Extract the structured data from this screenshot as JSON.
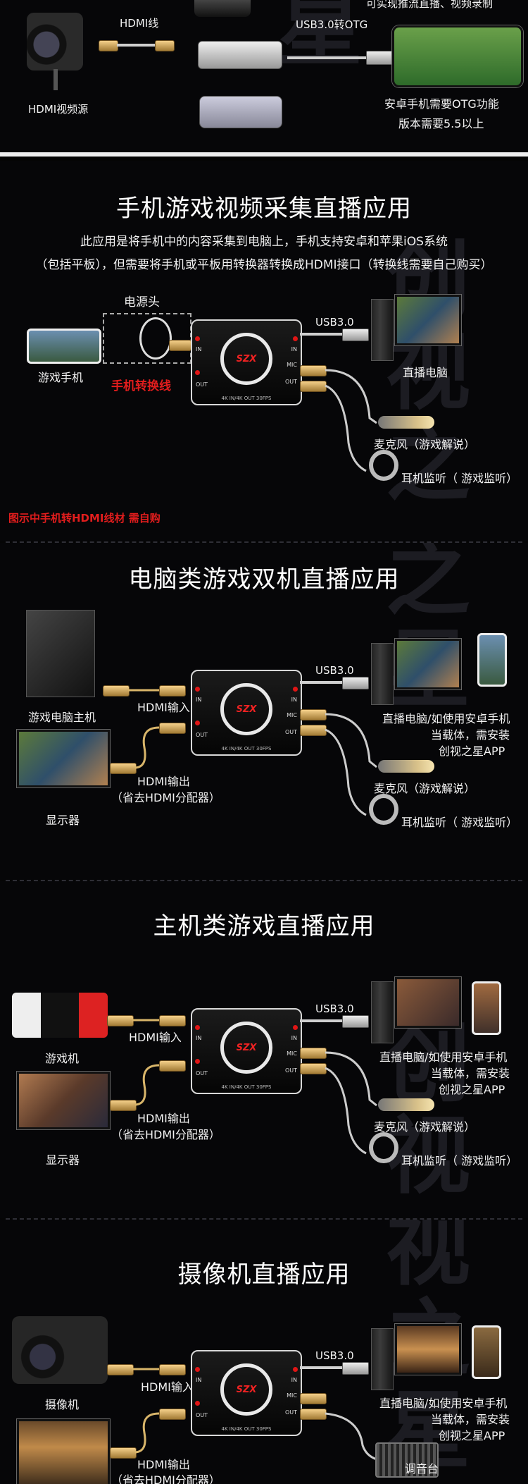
{
  "top": {
    "hdmi_cable": "HDMI线",
    "hdmi_source": "HDMI视频源",
    "usb_otg": "USB3.0转OTG",
    "live_text": "可实现推流直播、视频录制",
    "android_note1": "安卓手机需要OTG功能",
    "android_note2": "版本需要5.5以上"
  },
  "watermark": {
    "chars": "星\n创\n视\n之\n星\n创\n视\n之"
  },
  "s1": {
    "title": "手机游戏视频采集直播应用",
    "desc1": "此应用是将手机中的内容采集到电脑上，手机支持安卓和苹果iOS系统",
    "desc2": "（包括平板），但需要将手机或平板用转换器转换成HDMI接口（转换线需要自己购买）",
    "power": "电源头",
    "phone": "游戏手机",
    "converter": "手机转换线",
    "usb": "USB3.0",
    "pc": "直播电脑",
    "mic": "麦克风（游戏解说）",
    "headphone": "耳机监听（ 游戏监听）",
    "note": "图示中手机转HDMI线材 需自购"
  },
  "s2": {
    "title": "电脑类游戏双机直播应用",
    "host": "游戏电脑主机",
    "hdmi_in": "HDMI输入",
    "hdmi_out": "HDMI输出",
    "splitter": "（省去HDMI分配器）",
    "display": "显示器",
    "usb": "USB3.0",
    "pc1": "直播电脑/如使用安卓手机",
    "pc2": "当载体，需安装",
    "pc3": "创视之星APP",
    "mic": "麦克风（游戏解说）",
    "headphone": "耳机监听（ 游戏监听）"
  },
  "s3": {
    "title": "主机类游戏直播应用",
    "console": "游戏机",
    "hdmi_in": "HDMI输入",
    "hdmi_out": "HDMI输出",
    "splitter": "（省去HDMI分配器）",
    "display": "显示器",
    "usb": "USB3.0",
    "pc1": "直播电脑/如使用安卓手机",
    "pc2": "当载体，需安装",
    "pc3": "创视之星APP",
    "mic": "麦克风（游戏解说）",
    "headphone": "耳机监听（ 游戏监听）"
  },
  "s4": {
    "title": "摄像机直播应用",
    "camera": "摄像机",
    "hdmi_in": "HDMI输入",
    "hdmi_out": "HDMI输出",
    "splitter": "（省去HDMI分配器）",
    "usb": "USB3.0",
    "pc1": "直播电脑/如使用安卓手机",
    "pc2": "当载体，需安装",
    "pc3": "创视之星APP",
    "mixer": "调音台"
  },
  "device": {
    "logo": "SZX",
    "in": "IN",
    "out": "OUT",
    "mic": "MIC",
    "footer": "4K IN/4K OUT 30FPS"
  }
}
